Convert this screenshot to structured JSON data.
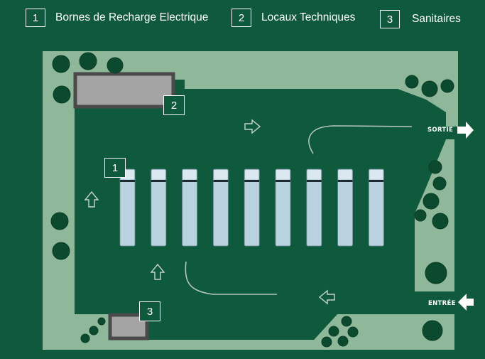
{
  "legend": [
    {
      "number": "1",
      "label": "Bornes de Recharge Electrique"
    },
    {
      "number": "2",
      "label": "Locaux Techniques"
    },
    {
      "number": "3",
      "label": "Sanitaires"
    }
  ],
  "map_markers": {
    "charging": "1",
    "technical": "2",
    "sanitary": "3"
  },
  "exits": {
    "sortie": "SORTIE",
    "entree": "ENTRÉE"
  },
  "colors": {
    "background": "#0f5a3c",
    "lawn": "#8fb89a",
    "bus": "#b9d2e0",
    "building": "#a4a4a4",
    "building_border": "#4a4a4a",
    "tree": "#0b4a2f"
  },
  "bus_count": 9,
  "icons": [
    "arrow-right-icon",
    "arrow-left-icon",
    "direction-arrow-up-icon",
    "direction-arrow-right-icon",
    "direction-arrow-left-icon",
    "tree-icon",
    "bus-icon"
  ]
}
